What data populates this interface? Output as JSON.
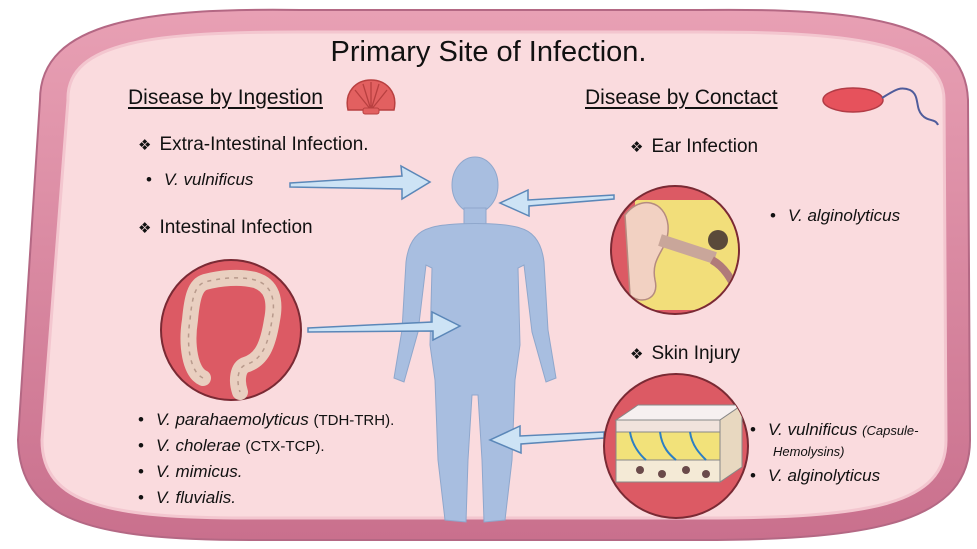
{
  "title": "Primary Site of Infection.",
  "ingestion": {
    "heading": "Disease by Ingestion",
    "extra_intestinal": {
      "label": "Extra-Intestinal Infection.",
      "species": [
        "V. vulnificus"
      ]
    },
    "intestinal": {
      "label": "Intestinal Infection",
      "species": [
        {
          "name": "V. parahaemolyticus",
          "note": "(TDH-TRH)."
        },
        {
          "name": "V. cholerae",
          "note": "(CTX-TCP)."
        },
        {
          "name": "V. mimicus.",
          "note": ""
        },
        {
          "name": "V. fluvialis.",
          "note": ""
        }
      ]
    }
  },
  "contact": {
    "heading": "Disease by Conctact",
    "ear": {
      "label": "Ear Infection",
      "species": [
        "V. alginolyticus"
      ]
    },
    "skin": {
      "label": "Skin Injury",
      "species": [
        {
          "line1": "V. vulnificus",
          "line1_note": "(Capsule-",
          "line2": "Hemolysins)"
        },
        {
          "line1": "V. alginolyticus",
          "line1_note": "",
          "line2": ""
        }
      ]
    }
  },
  "icons": [
    "diamond-bullet-icon",
    "shell-icon",
    "bacterium-icon",
    "human-body-icon",
    "intestine-icon",
    "ear-icon",
    "skin-layers-icon",
    "arrow-icon"
  ],
  "colors": {
    "frame_outer": "#d7819c",
    "frame_inner": "#fadbde",
    "circle_fill": "#dc5a64",
    "body_fill": "#a8bee0",
    "arrow_fill": "#cde3f5",
    "arrow_stroke": "#5b87b8",
    "shell": "#e26060",
    "bacterium": "#e6525c"
  }
}
